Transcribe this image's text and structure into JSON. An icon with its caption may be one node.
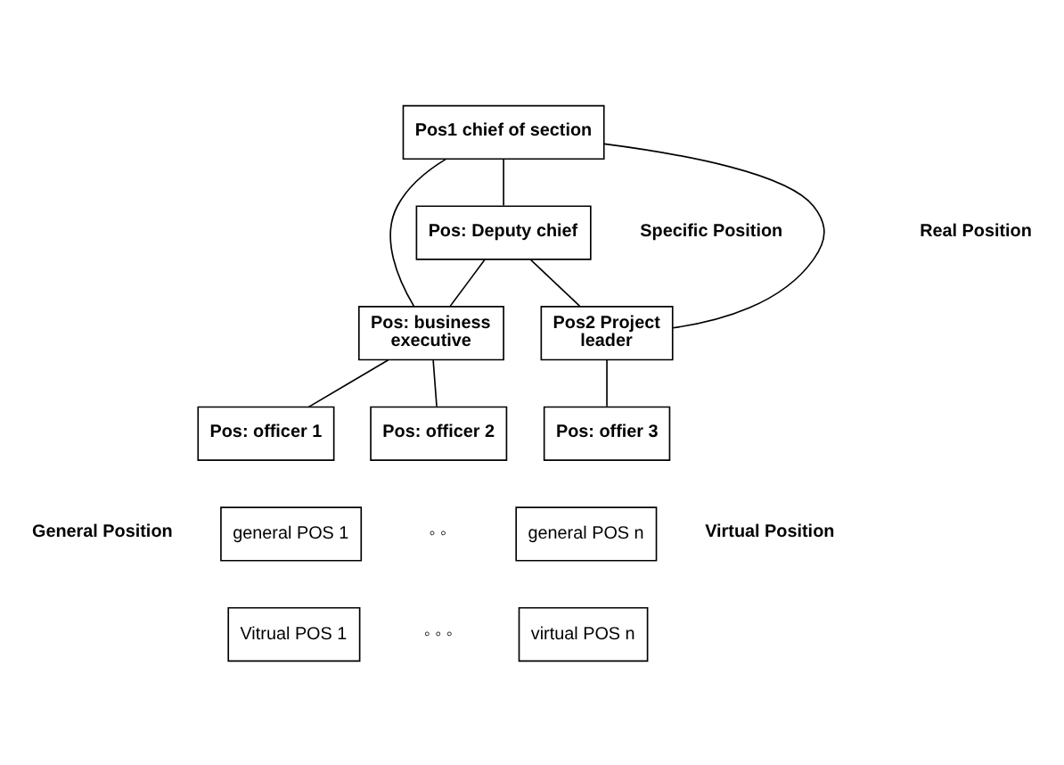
{
  "diagram": {
    "nodes": [
      {
        "text": [
          "Pos1 chief of section"
        ]
      },
      {
        "text": [
          "Pos: Deputy chief"
        ]
      },
      {
        "text": [
          "Pos: business executive"
        ]
      },
      {
        "text": [
          "Pos2 Project leader"
        ]
      },
      {
        "text": [
          "Pos: officer 1"
        ]
      },
      {
        "text": [
          "Pos: officer 2"
        ]
      },
      {
        "text": [
          "Pos: offier 3"
        ]
      },
      {
        "text": [
          "general POS 1"
        ]
      },
      {
        "text": [
          "general POS n"
        ]
      },
      {
        "text": [
          "Vitrual POS 1"
        ]
      },
      {
        "text": [
          "virtual POS n"
        ]
      }
    ],
    "edges": [
      {
        "from": 0,
        "to": 1,
        "arrow": "none"
      },
      {
        "from": 0,
        "to": 2,
        "arrow": "none"
      },
      {
        "from": 0,
        "to": 3,
        "arrow": "none"
      },
      {
        "from": 1,
        "to": 2,
        "arrow": "none"
      },
      {
        "from": 1,
        "to": 3,
        "arrow": "none"
      },
      {
        "from": 2,
        "to": 4,
        "arrow": "none"
      },
      {
        "from": 2,
        "to": 5,
        "arrow": "none"
      },
      {
        "from": 3,
        "to": 6,
        "arrow": "none"
      }
    ],
    "labels": [
      "Specific Position",
      "Real Position",
      "◦ ◦",
      "General Position",
      "Virtual Position",
      "◦ ◦ ◦"
    ]
  }
}
